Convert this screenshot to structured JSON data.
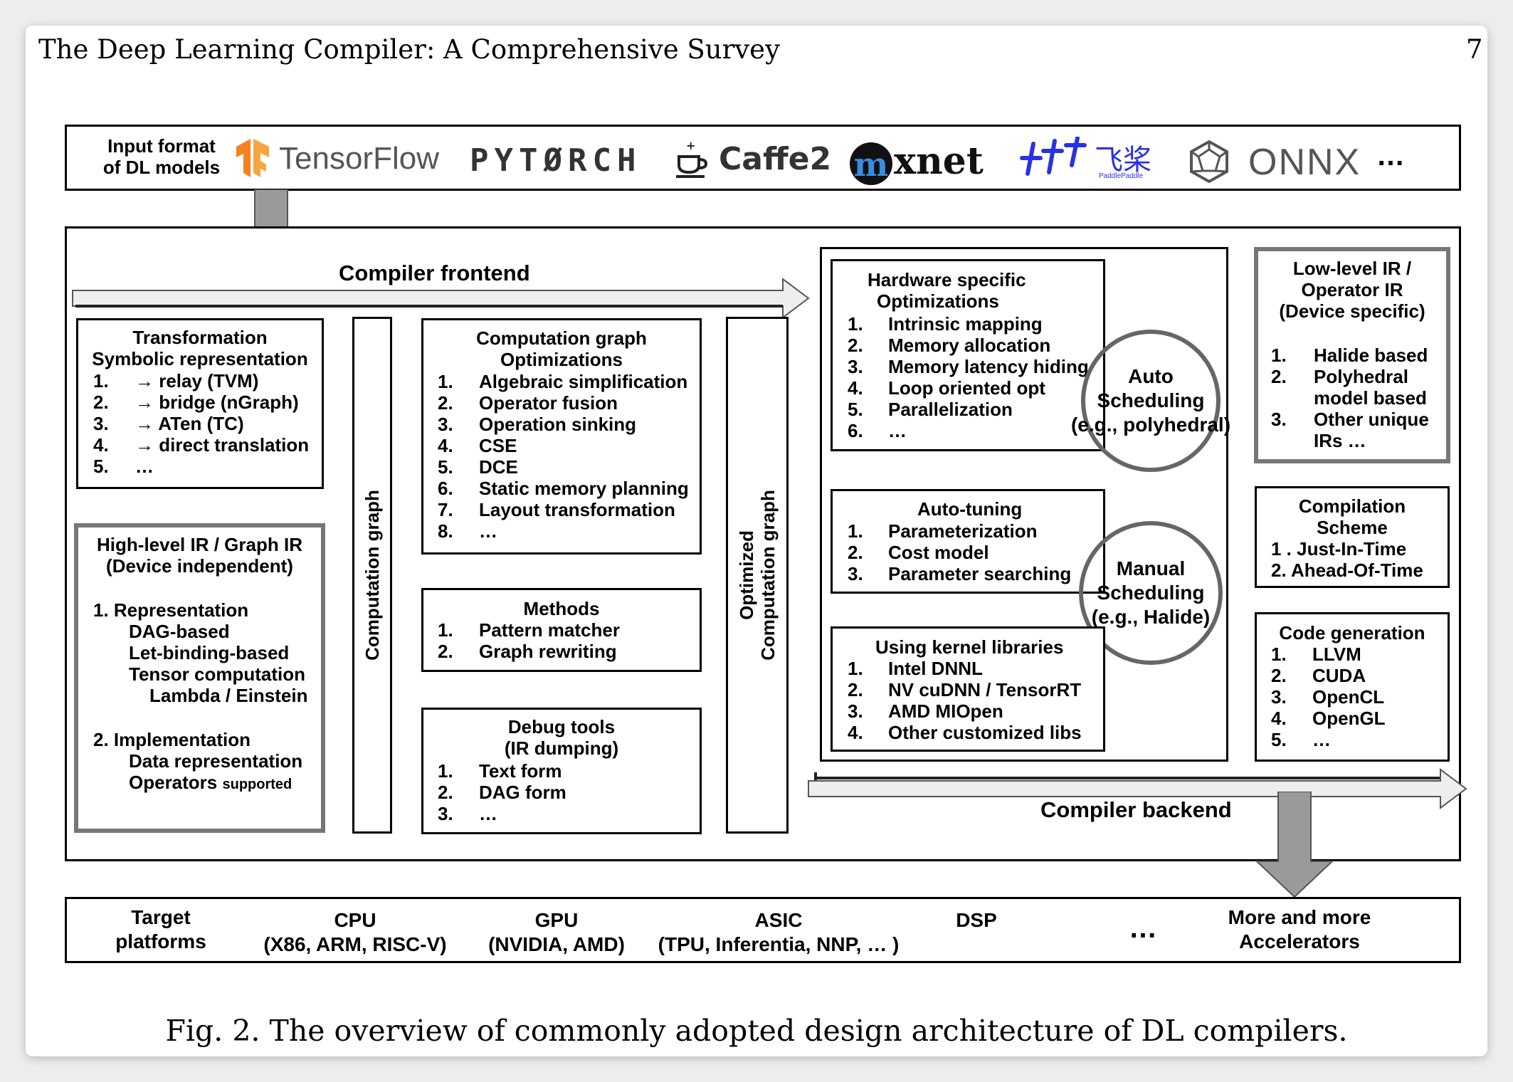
{
  "header": {
    "title": "The Deep Learning Compiler: A Comprehensive Survey",
    "page_number": "7"
  },
  "caption": "Fig. 2.  The overview of commonly adopted design architecture of DL compilers.",
  "input_row": {
    "label_line1": "Input format",
    "label_line2": "of DL models",
    "logos": {
      "tensorflow": "TensorFlow",
      "pytorch": "PYTØRCH",
      "caffe2": "Caffe2",
      "mxnet_m": "m",
      "mxnet_rest": "xnet",
      "paddle_cn": "飞桨",
      "paddle_en": "PaddlePaddle",
      "onnx": "ONNX",
      "more": "…"
    }
  },
  "frontend": {
    "label": "Compiler frontend",
    "transformation": {
      "title1": "Transformation",
      "title2": "Symbolic representation",
      "items": [
        {
          "n": "1.",
          "text": "→ relay (TVM)"
        },
        {
          "n": "2.",
          "text": "→ bridge (nGraph)"
        },
        {
          "n": "3.",
          "text": "→ ATen (TC)"
        },
        {
          "n": "4.",
          "text": "→ direct translation"
        },
        {
          "n": "5.",
          "text": "…"
        }
      ]
    },
    "high_level_ir": {
      "title1": "High-level IR / Graph IR",
      "title2": "(Device independent)",
      "rep_heading": "1.  Representation",
      "rep_items": [
        "DAG-based",
        "Let-binding-based",
        "Tensor computation"
      ],
      "rep_sub": "Lambda / Einstein",
      "impl_heading": "2. Implementation",
      "impl_item1": "Data representation",
      "impl_item2_main": "Operators",
      "impl_item2_small": "supported"
    },
    "computation_graph_label": "Computation graph",
    "graph_opt": {
      "title1": "Computation graph",
      "title2": "Optimizations",
      "items": [
        {
          "n": "1.",
          "text": "Algebraic simplification"
        },
        {
          "n": "2.",
          "text": "Operator fusion"
        },
        {
          "n": "3.",
          "text": "Operation sinking"
        },
        {
          "n": "4.",
          "text": "CSE"
        },
        {
          "n": "5.",
          "text": "DCE"
        },
        {
          "n": "6.",
          "text": "Static memory planning"
        },
        {
          "n": "7.",
          "text": "Layout transformation"
        },
        {
          "n": "8.",
          "text": "…"
        }
      ]
    },
    "methods": {
      "title": "Methods",
      "items": [
        {
          "n": "1.",
          "text": "Pattern matcher"
        },
        {
          "n": "2.",
          "text": "Graph rewriting"
        }
      ]
    },
    "debug": {
      "title1": "Debug tools",
      "title2": "(IR dumping)",
      "items": [
        {
          "n": "1.",
          "text": "Text form"
        },
        {
          "n": "2.",
          "text": "DAG form"
        },
        {
          "n": "3.",
          "text": "…"
        }
      ]
    },
    "optimized_label1": "Optimized",
    "optimized_label2": "Computation graph"
  },
  "backend": {
    "label": "Compiler backend",
    "hw_opt": {
      "title1": "Hardware specific",
      "title2": "Optimizations",
      "items": [
        {
          "n": "1.",
          "text": "Intrinsic mapping"
        },
        {
          "n": "2.",
          "text": "Memory allocation"
        },
        {
          "n": "3.",
          "text": "Memory latency hiding"
        },
        {
          "n": "4.",
          "text": "Loop oriented opt"
        },
        {
          "n": "5.",
          "text": "Parallelization"
        },
        {
          "n": "6.",
          "text": "…"
        }
      ]
    },
    "auto_scheduling": {
      "line1": "Auto",
      "line2": "Scheduling",
      "line3": "(e.g., polyhedral)"
    },
    "auto_tuning": {
      "title": "Auto-tuning",
      "items": [
        {
          "n": "1.",
          "text": "Parameterization"
        },
        {
          "n": "2.",
          "text": "Cost model"
        },
        {
          "n": "3.",
          "text": "Parameter searching"
        }
      ]
    },
    "manual_scheduling": {
      "line1": "Manual",
      "line2": "Scheduling",
      "line3": "(e.g., Halide)"
    },
    "kernel_libs": {
      "title": "Using kernel libraries",
      "items": [
        {
          "n": "1.",
          "text": "Intel DNNL"
        },
        {
          "n": "2.",
          "text": "NV cuDNN  / TensorRT"
        },
        {
          "n": "3.",
          "text": "AMD MIOpen"
        },
        {
          "n": "4.",
          "text": "Other customized libs"
        }
      ]
    },
    "low_level_ir": {
      "title1": "Low-level IR /",
      "title2": "Operator IR",
      "title3": "(Device specific)",
      "items": [
        {
          "n": "1.",
          "text": "Halide based"
        },
        {
          "n": "2.",
          "text": "Polyhedral"
        },
        {
          "n": "",
          "text": "model based"
        },
        {
          "n": "3.",
          "text": "Other unique"
        },
        {
          "n": "",
          "text": "IRs …"
        }
      ]
    },
    "compilation_scheme": {
      "title1": "Compilation",
      "title2": "Scheme",
      "item1": "1 . Just-In-Time",
      "item2": "2. Ahead-Of-Time"
    },
    "code_gen": {
      "title": "Code generation",
      "items": [
        {
          "n": "1.",
          "text": "LLVM"
        },
        {
          "n": "2.",
          "text": "CUDA"
        },
        {
          "n": "3.",
          "text": "OpenCL"
        },
        {
          "n": "4.",
          "text": "OpenGL"
        },
        {
          "n": "5.",
          "text": "…"
        }
      ]
    }
  },
  "targets": {
    "label1": "Target",
    "label2": "platforms",
    "cpu1": "CPU",
    "cpu2": "(X86, ARM, RISC-V)",
    "gpu1": "GPU",
    "gpu2": "(NVIDIA, AMD)",
    "asic1": "ASIC",
    "asic2": "(TPU, Inferentia, NNP, … )",
    "dsp": "DSP",
    "more": "…",
    "acc1": "More and more",
    "acc2": "Accelerators"
  },
  "colors": {
    "tensorflow_orange": "#f58220",
    "pytorch_orange": "#ee4c2c",
    "paddle_blue": "#2932e1",
    "arrow_gray": "#9a9a9a",
    "border_gray": "#777777"
  }
}
